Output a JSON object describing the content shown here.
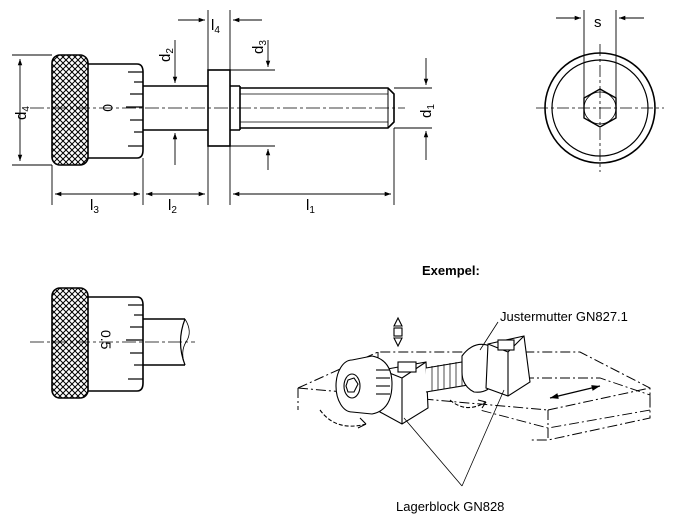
{
  "labels": {
    "d1": {
      "base": "d",
      "sub": "1"
    },
    "d2": {
      "base": "d",
      "sub": "2"
    },
    "d3": {
      "base": "d",
      "sub": "3"
    },
    "d4": {
      "base": "d",
      "sub": "4"
    },
    "l1": {
      "base": "l",
      "sub": "1"
    },
    "l2": {
      "base": "l",
      "sub": "2"
    },
    "l3": {
      "base": "l",
      "sub": "3"
    },
    "l4": {
      "base": "l",
      "sub": "4"
    },
    "s": "s"
  },
  "scale_marks": {
    "zero": "0",
    "half": "0.5"
  },
  "example": {
    "title": "Exempel:",
    "callout_nut": "Justermutter GN827.1",
    "callout_block": "Lagerblock GN828"
  },
  "colors": {
    "ink": "#000000",
    "paper": "#ffffff",
    "shadow": "#cfcfcf"
  }
}
